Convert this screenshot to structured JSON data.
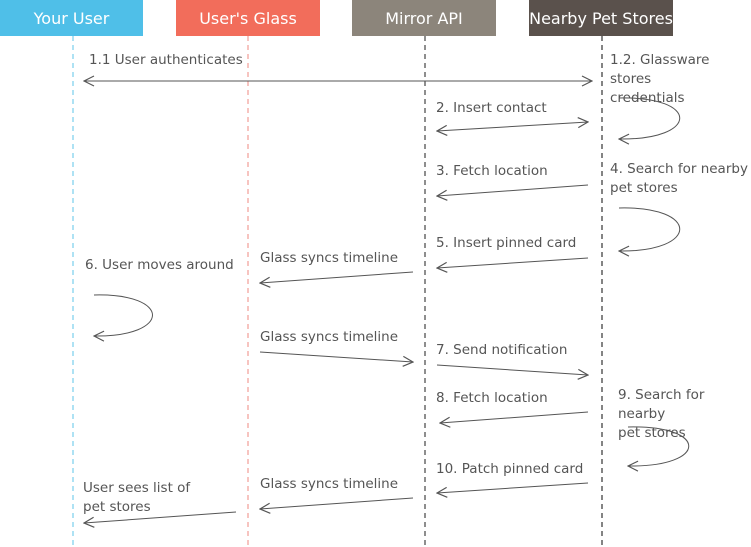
{
  "participants": [
    {
      "name": "Your User",
      "color": "#4fbfe8",
      "line_color": "#5ec4ea"
    },
    {
      "name": "User's Glass",
      "color": "#f26d5b",
      "line_color": "#ef8a80"
    },
    {
      "name": "Mirror API",
      "color": "#8c857b",
      "line_color": "#444444"
    },
    {
      "name": "Nearby Pet Stores",
      "color": "#5a514c",
      "line_color": "#333333"
    }
  ],
  "messages": [
    {
      "id": "m1",
      "text": "1.1 User authenticates"
    },
    {
      "id": "m2",
      "text": "1.2. Glassware stores\ncredentials"
    },
    {
      "id": "m3",
      "text": "2. Insert contact"
    },
    {
      "id": "m4",
      "text": "3. Fetch location"
    },
    {
      "id": "m5",
      "text": "4. Search for nearby\npet stores"
    },
    {
      "id": "m6",
      "text": "5. Insert pinned card"
    },
    {
      "id": "m7",
      "text": "Glass syncs timeline"
    },
    {
      "id": "m8",
      "text": "6. User moves around"
    },
    {
      "id": "m9",
      "text": "Glass syncs timeline"
    },
    {
      "id": "m10",
      "text": "7. Send notification"
    },
    {
      "id": "m11",
      "text": "8. Fetch location"
    },
    {
      "id": "m12",
      "text": "9. Search for nearby\npet stores"
    },
    {
      "id": "m13",
      "text": "10. Patch pinned card"
    },
    {
      "id": "m14",
      "text": "Glass syncs timeline"
    },
    {
      "id": "m15",
      "text": "User sees list of\npet stores"
    }
  ],
  "colors": {
    "label_text": "#555555",
    "arrow": "#555555",
    "background": "#ffffff"
  }
}
